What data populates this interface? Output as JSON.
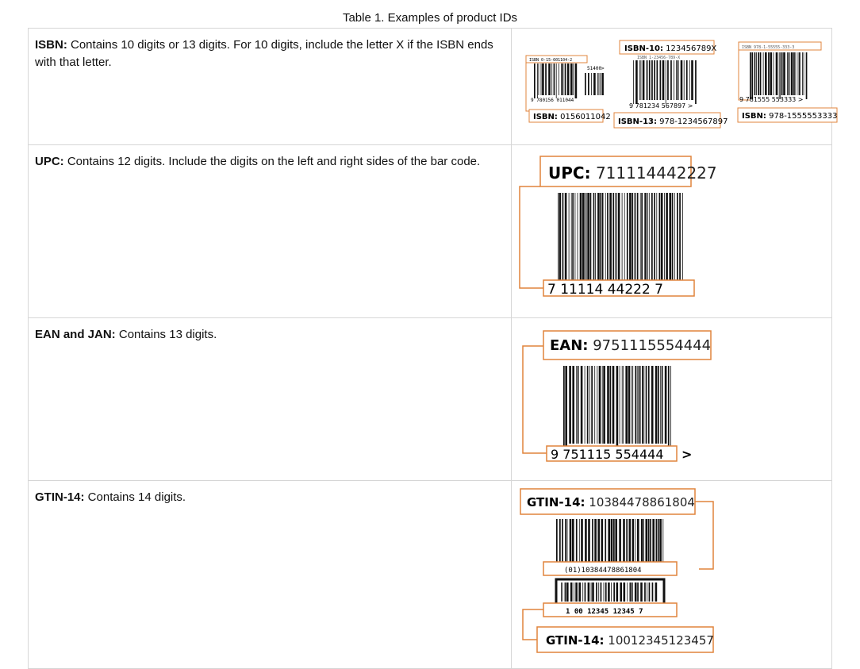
{
  "caption": "Table 1. Examples of product IDs",
  "rows": [
    {
      "term": "ISBN:",
      "text": " Contains 10 digits or 13 digits. For 10 digits, include the letter X if the ISBN ends with that letter.",
      "figure": {
        "a_small_top": "ISBN 0-15-601104-2",
        "a_price": "51400>",
        "a_digits": "9 780156 011044",
        "a_label_key": "ISBN:",
        "a_label_val": "0156011042",
        "b_top_key": "ISBN-10:",
        "b_top_val": "123456789X",
        "b_small": "ISBN 1-23456-789-X",
        "b_digits": "9 781234 567897 >",
        "b_label_key": "ISBN-13:",
        "b_label_val": "978-1234567897",
        "c_small": "ISBN 978-1-55555-333-3",
        "c_digits": "9 781555 553333 >",
        "c_label_key": "ISBN:",
        "c_label_val": "978-1555553333"
      }
    },
    {
      "term": "UPC:",
      "text": " Contains 12 digits. Include the digits on the left and right sides of the bar code.",
      "figure": {
        "label_key": "UPC:",
        "label_val": "711114442227",
        "digits": "7  11114  44222  7"
      }
    },
    {
      "term": "EAN and JAN:",
      "text": " Contains 13 digits.",
      "figure": {
        "label_key": "EAN:",
        "label_val": "9751115554444",
        "digits": "9  751115  554444",
        "arrow": ">"
      }
    },
    {
      "term": "GTIN-14:",
      "text": " Contains 14 digits.",
      "figure": {
        "top_key": "GTIN-14:",
        "top_val": "10384478861804",
        "mid_digits": "(01)10384478861804",
        "low_digits": "1  00  12345  12345  7",
        "bottom_key": "GTIN-14:",
        "bottom_val": "10012345123457"
      }
    }
  ],
  "colors": {
    "orange": "#e0843c",
    "border": "#d6d6d6"
  }
}
